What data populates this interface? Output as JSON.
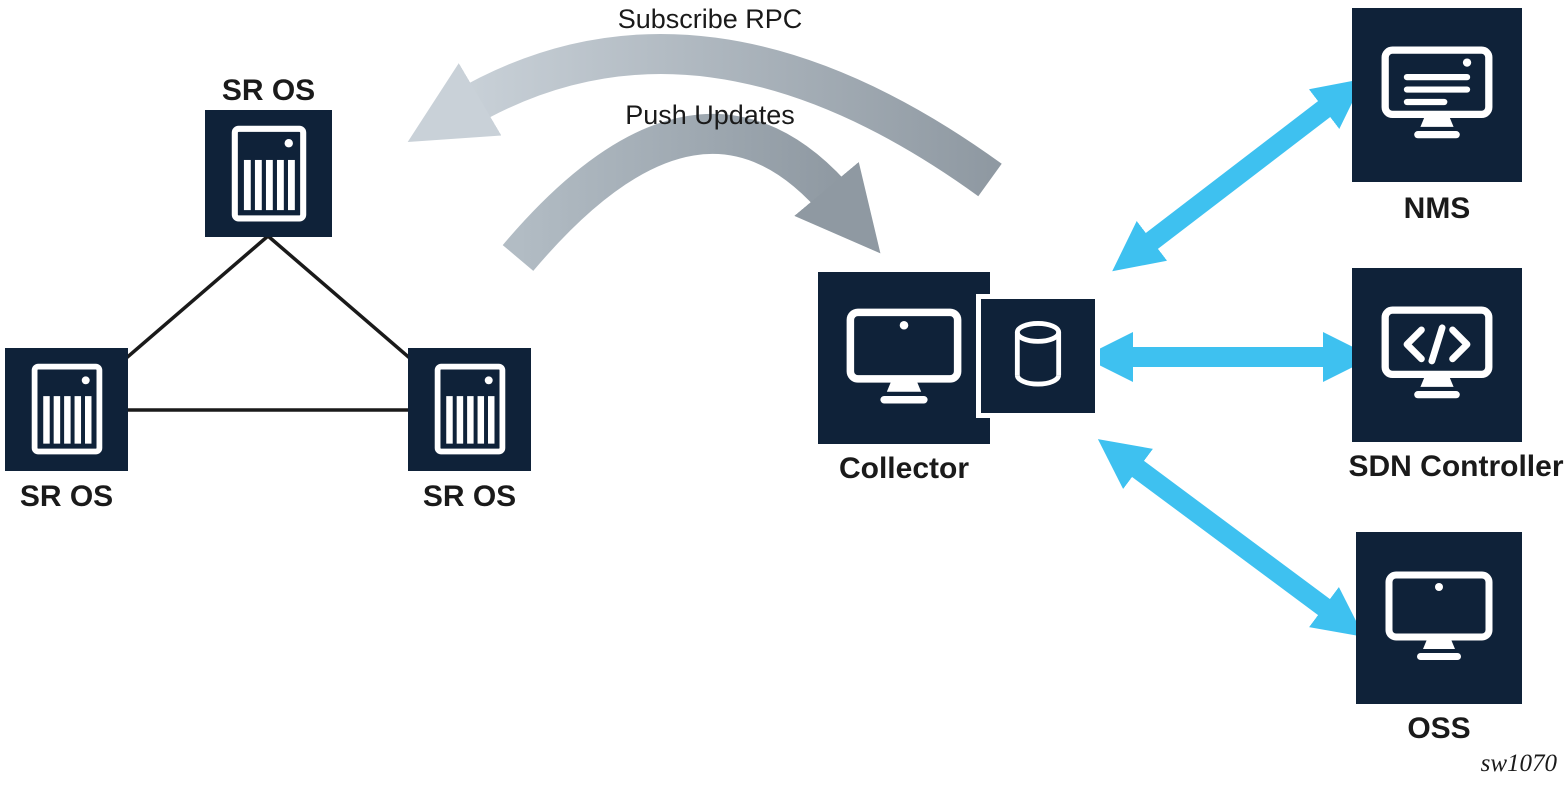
{
  "colors": {
    "navy": "#0F2239",
    "cyan": "#3EC1F0",
    "arrow_light": "#C9D1D8",
    "arrow_mid": "#B2BCC4",
    "arrow_dark": "#8F99A2",
    "text": "#1A1A1A"
  },
  "nodes": {
    "sr_top": {
      "label": "SR OS"
    },
    "sr_left": {
      "label": "SR OS"
    },
    "sr_right": {
      "label": "SR OS"
    },
    "collector": {
      "label": "Collector"
    },
    "nms": {
      "label": "NMS"
    },
    "sdn_controller": {
      "label": "SDN Controller"
    },
    "oss": {
      "label": "OSS"
    }
  },
  "flows": {
    "subscribe": {
      "label": "Subscribe RPC"
    },
    "push": {
      "label": "Push Updates"
    }
  },
  "watermark": "sw1070"
}
